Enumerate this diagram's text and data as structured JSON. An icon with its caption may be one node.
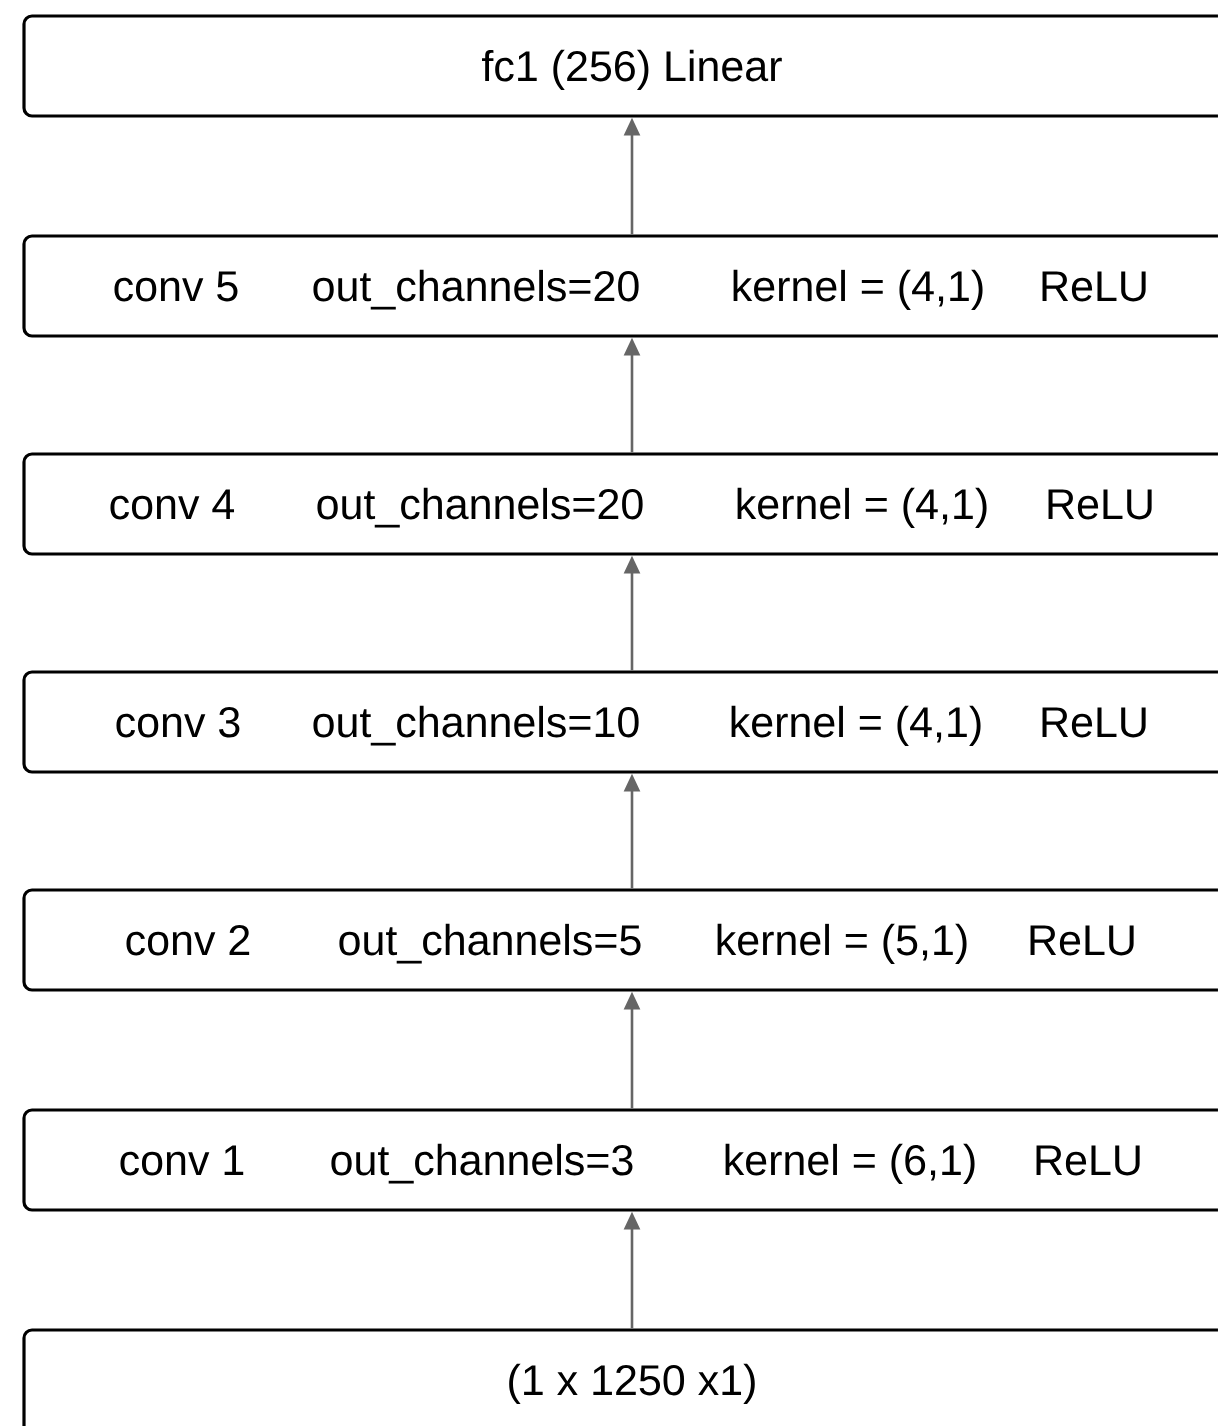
{
  "diagram": {
    "nodes": [
      {
        "text": [
          "fc1 (256)  Linear"
        ]
      },
      {
        "text": [
          "conv 5",
          "out_channels=20",
          "kernel = (4,1)",
          "ReLU"
        ]
      },
      {
        "text": [
          "conv 4",
          "out_channels=20",
          "kernel = (4,1)",
          "ReLU"
        ]
      },
      {
        "text": [
          "conv 3",
          "out_channels=10",
          "kernel = (4,1)",
          "ReLU"
        ]
      },
      {
        "text": [
          "conv 2",
          "out_channels=5",
          "kernel = (5,1)",
          "ReLU"
        ]
      },
      {
        "text": [
          "conv 1",
          "out_channels=3",
          "kernel = (6,1)",
          "ReLU"
        ]
      },
      {
        "text": [
          "(1 x 1250 x1)"
        ]
      }
    ],
    "edges": [
      {
        "from": 1,
        "to": 0,
        "arrow": "to"
      },
      {
        "from": 2,
        "to": 1,
        "arrow": "to"
      },
      {
        "from": 3,
        "to": 2,
        "arrow": "to"
      },
      {
        "from": 4,
        "to": 3,
        "arrow": "to"
      },
      {
        "from": 5,
        "to": 4,
        "arrow": "to"
      },
      {
        "from": 6,
        "to": 5,
        "arrow": "to"
      }
    ]
  }
}
